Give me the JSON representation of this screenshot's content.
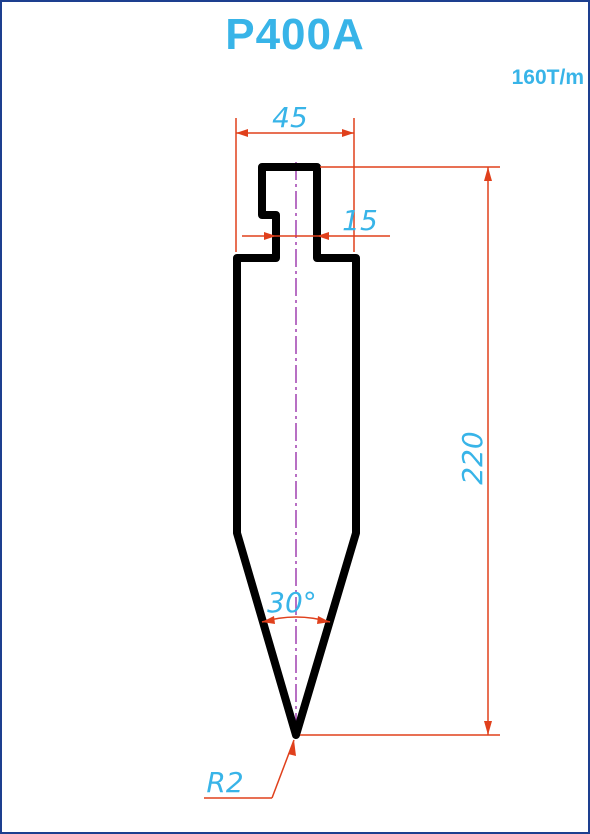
{
  "title": "P400A",
  "capacity": "160T/m",
  "dimensions": {
    "width": "45",
    "tang": "15",
    "height": "220",
    "angle": "30°",
    "radius": "R2"
  },
  "colors": {
    "border": "#1d3f8f",
    "text": "#38b4e8",
    "dimension_line": "#e0401c",
    "profile": "#000000",
    "centerline": "#a040b0"
  }
}
